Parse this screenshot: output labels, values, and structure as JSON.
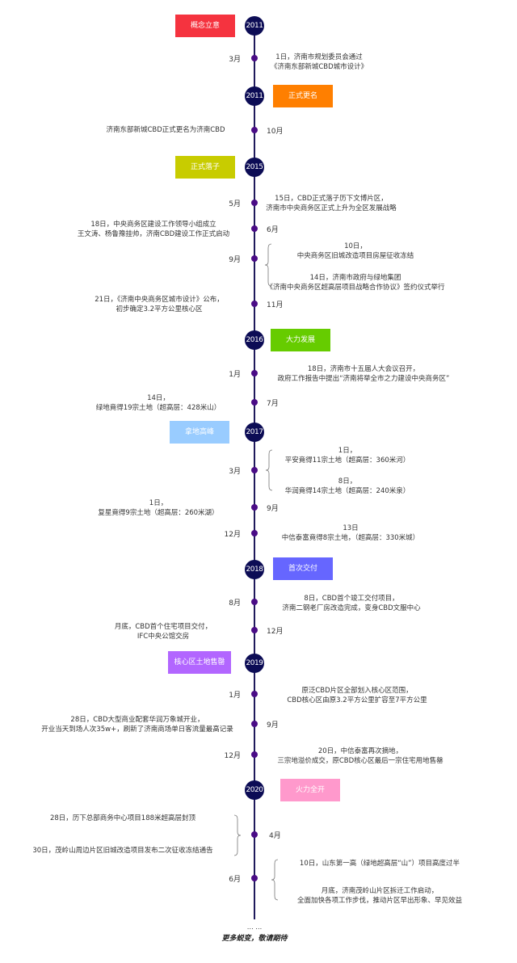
{
  "colors": {
    "axis": "#1f1a5c",
    "year_circle": "#0c0c55",
    "dot": "#4a0c86"
  },
  "items": [
    {
      "type": "year",
      "year": "2011",
      "label": "概念立意",
      "color": "#f5333f"
    },
    {
      "type": "event",
      "month": "3月",
      "groups": [
        [
          "1日，济南市规划委员会通过",
          "《济南东部新城CBD城市设计》"
        ]
      ]
    },
    {
      "type": "year",
      "year": "2011",
      "label": "正式更名",
      "color": "#ff7f00"
    },
    {
      "type": "event",
      "month": "10月",
      "groups": [
        [
          "济南东部新城CBD正式更名为济南CBD"
        ]
      ]
    },
    {
      "type": "year",
      "year": "2015",
      "label": "正式落子",
      "color": "#c8cc00"
    },
    {
      "type": "event",
      "month": "5月",
      "groups": [
        [
          "15日，CBD正式落子历下文博片区，",
          "济南市中央商务区正式上升为全区发展战略"
        ]
      ]
    },
    {
      "type": "event",
      "month": "6月",
      "groups": [
        [
          "18日，中央商务区建设工作领导小组成立",
          "王文涛、杨鲁豫挂帅，济南CBD建设工作正式启动"
        ]
      ]
    },
    {
      "type": "event",
      "month": "9月",
      "groups": [
        [
          "10日，",
          "中央商务区旧城改造项目房屋征收冻结"
        ],
        [
          "14日，济南市政府与绿地集团",
          "《济南中央商务区超高层项目战略合作协议》签约仪式举行"
        ]
      ]
    },
    {
      "type": "event",
      "month": "11月",
      "groups": [
        [
          "21日，《济南中央商务区城市设计》公布，",
          "初步确定3.2平方公里核心区"
        ]
      ]
    },
    {
      "type": "year",
      "year": "2016",
      "label": "大力发展",
      "color": "#66cc00"
    },
    {
      "type": "event",
      "month": "1月",
      "groups": [
        [
          "18日，济南市十五届人大会议召开，",
          "政府工作报告中提出“济南将举全市之力建设中央商务区”"
        ]
      ]
    },
    {
      "type": "event",
      "month": "7月",
      "groups": [
        [
          "14日，",
          "绿地竟得19宗土地（超高层：428米山）"
        ]
      ]
    },
    {
      "type": "year",
      "year": "2017",
      "label": "拿地高峰",
      "color": "#99ccff"
    },
    {
      "type": "event",
      "month": "3月",
      "groups": [
        [
          "1日，",
          "平安竟得11宗土地（超高层：360米河）"
        ],
        [
          "8日，",
          "华润竟得14宗土地（超高层：240米泉）"
        ]
      ]
    },
    {
      "type": "event",
      "month": "9月",
      "groups": [
        [
          "1日，",
          "复星竟得9宗土地（超高层：260米湖）"
        ]
      ]
    },
    {
      "type": "event",
      "month": "12月",
      "groups": [
        [
          "13日",
          "中信泰富竟得8宗土地，（超高层：330米城）"
        ]
      ]
    },
    {
      "type": "year",
      "year": "2018",
      "label": "首次交付",
      "color": "#6666ff"
    },
    {
      "type": "event",
      "month": "8月",
      "groups": [
        [
          "8日，CBD首个竣工交付项目，",
          "济南二钢老厂房改造完成，变身CBD文服中心"
        ]
      ]
    },
    {
      "type": "event",
      "month": "12月",
      "groups": [
        [
          "月底，CBD首个住宅项目交付，",
          "IFC中央公馆交房"
        ]
      ]
    },
    {
      "type": "year",
      "year": "2019",
      "label": "核心区土地售罄",
      "color": "#b266ff"
    },
    {
      "type": "event",
      "month": "1月",
      "groups": [
        [
          "原泛CBD片区全部划入核心区范围，",
          "CBD核心区由原3.2平方公里扩容至7平方公里"
        ]
      ]
    },
    {
      "type": "event",
      "month": "9月",
      "groups": [
        [
          "28日，CBD大型商业配套华润万象城开业，",
          "开业当天到场人次35w+，刷新了济南商场单日客流量最高记录"
        ]
      ]
    },
    {
      "type": "event",
      "month": "12月",
      "groups": [
        [
          "20日，中信泰富再次摘地，",
          "三宗地溢价成交，原CBD核心区最后一宗住宅用地售罄"
        ]
      ]
    },
    {
      "type": "year",
      "year": "2020",
      "label": "火力全开",
      "color": "#ff99cc"
    },
    {
      "type": "event",
      "month": "4月",
      "groups": [
        [
          "28日，历下总部商务中心项目188米超高层封顶"
        ],
        [
          "30日，茂岭山周边片区旧城改造项目发布二次征收冻结通告"
        ]
      ]
    },
    {
      "type": "event",
      "month": "6月",
      "groups": [
        [
          "10日，山东第一高（绿地超高层“山”）项目高度过半"
        ],
        [
          "月底，济南茂岭山片区拆迁工作启动，",
          "全面加快各项工作步伐，推动片区早出形象、早见效益"
        ]
      ]
    }
  ],
  "footer": {
    "ellipsis": "… …",
    "tagline": "更多蜕变，敬请期待"
  }
}
